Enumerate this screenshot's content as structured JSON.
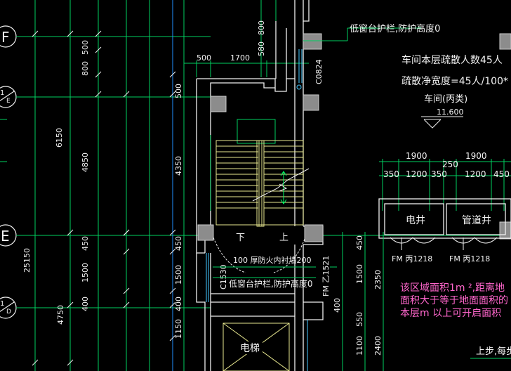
{
  "colors": {
    "bg": "#000000",
    "grid_green": "#00d060",
    "grid_blue": "#2090ff",
    "wall_white": "#f0f0f0",
    "stair_yellow": "#e8e890",
    "text_white": "#f2f2f2",
    "text_pink": "#ff66cc",
    "cyan": "#44c8ff",
    "red": "#ff3030",
    "stair_green": "#00ff66"
  },
  "axes": {
    "F": "F",
    "E": "E",
    "E1": "1",
    "E1sub": "E",
    "D1": "1",
    "D1sub": "D"
  },
  "dims_left": {
    "d500": "500",
    "d800": "800",
    "d6150": "6150",
    "d4850": "4850",
    "d25150": "25150",
    "d4750": "4750",
    "d450": "450",
    "d1500": "1500",
    "d400": "400"
  },
  "dims_top": {
    "d500": "500",
    "d1700": "1700",
    "d580": "580",
    "d800": "800"
  },
  "dims_stair_left": {
    "d500": "500",
    "d4350": "4350",
    "d450": "450",
    "d1500": "1500",
    "d400": "400",
    "d1150": "1150"
  },
  "dims_mid": {
    "d450": "450",
    "d1500": "1500",
    "d400": "400",
    "d550": "550",
    "d2350": "2350",
    "d1100": "1100",
    "d2400": "2400"
  },
  "dims_right": {
    "d1900a": "1900",
    "d1900b": "1900",
    "d250": "250",
    "d350a": "350",
    "d1200a": "1200",
    "d350b": "350",
    "d1200b": "1200",
    "d450": "450"
  },
  "labels": {
    "window_rail_top": "低窗台护栏,防护高度0",
    "window_code_right": "C0824",
    "evac_people": "车间本层疏散人数45人",
    "evac_width": "疏散净宽度=45人/100*",
    "workshop": "车间(丙类)",
    "elevation": "11.600",
    "down": "下",
    "up": "上",
    "fire_wall": "100 厚防火内衬墙200",
    "window_rail_mid": "低窗台护栏,防护高度0",
    "window_c1530": "C1530",
    "fm_z": "FM 乙1521",
    "elec_shaft": "电井",
    "pipe_shaft": "管道井",
    "fm1": "FM 丙1218",
    "fm2": "FM 丙1218",
    "elevator": "电梯",
    "pink1": "该区域面积1m  ²,距离地",
    "pink2": "面积大于等于地面面积的",
    "pink3": "本层m  以上可开启面积",
    "step": "上步,每步"
  }
}
